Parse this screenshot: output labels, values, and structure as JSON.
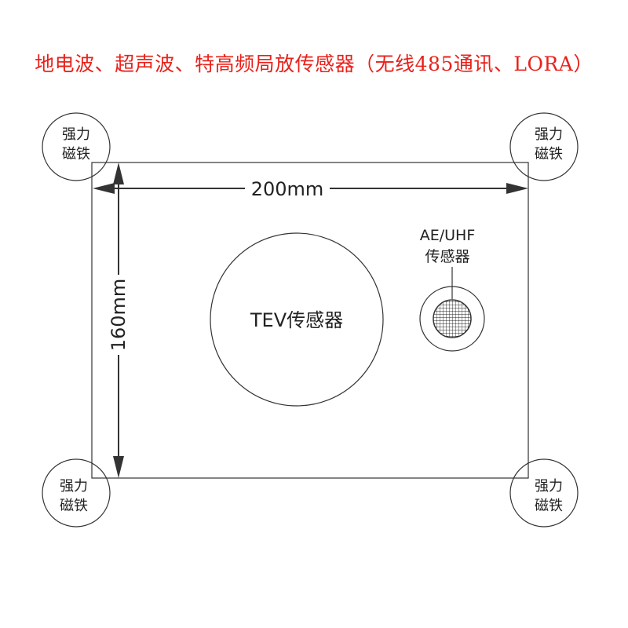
{
  "title": "地电波、超声波、特高频局放传感器（无线485通讯、LORA）",
  "magnet": {
    "line1": "强力",
    "line2": "磁铁"
  },
  "dimensions": {
    "width": "200mm",
    "height": "160mm"
  },
  "tev_label": "TEV传感器",
  "ae_uhf": {
    "line1": "AE/UHF",
    "line2": "传感器"
  },
  "colors": {
    "title": "#e8211a",
    "lines": "#333333"
  }
}
